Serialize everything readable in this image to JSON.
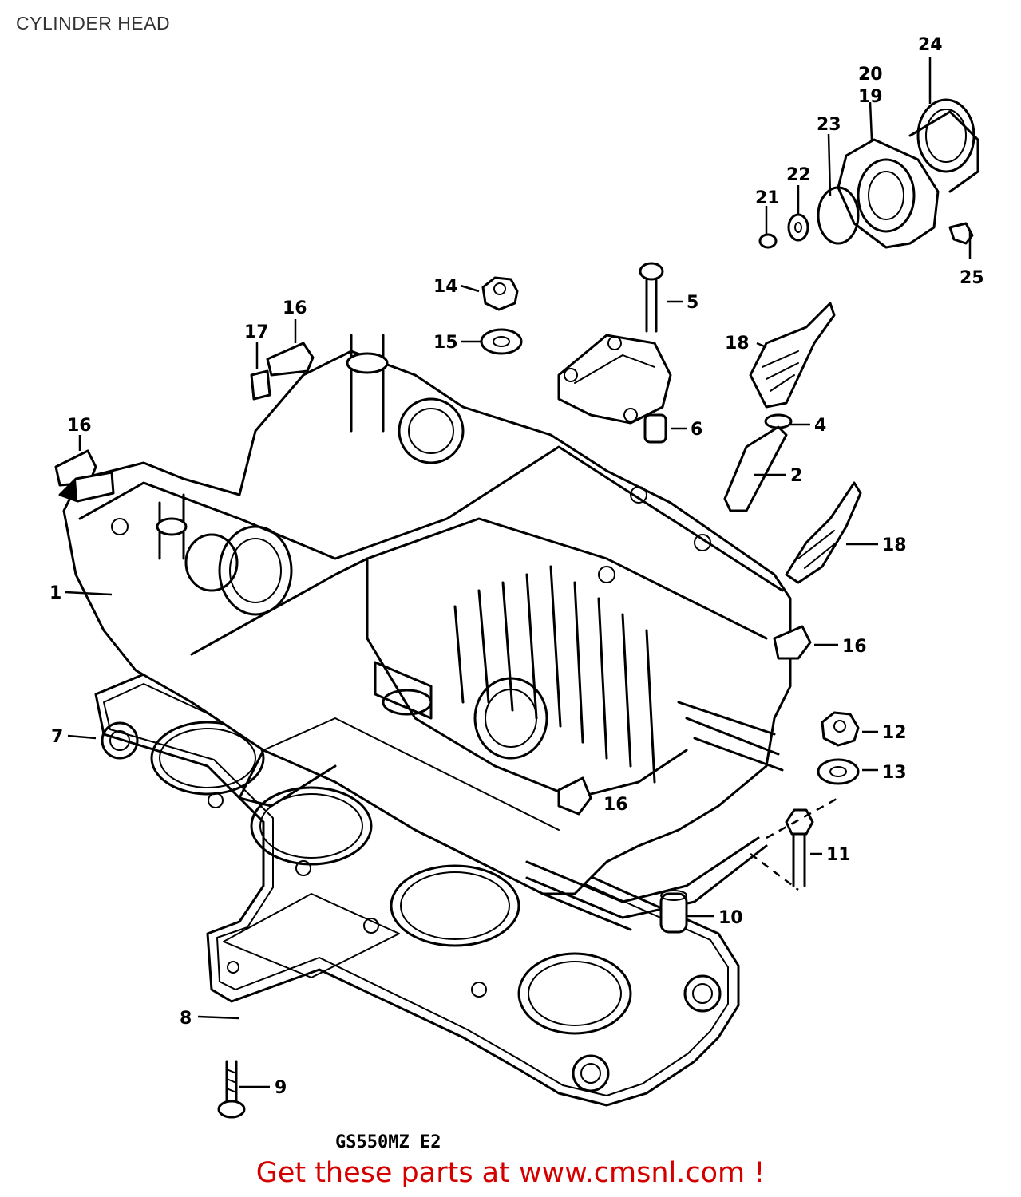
{
  "page": {
    "title": "CYLINDER HEAD",
    "cta": "Get these parts at www.cmsnl.com !"
  },
  "diagram": {
    "model": "GS550MZ E2",
    "icons": [
      "front-direction-arrow-icon",
      "watermark-logo"
    ],
    "colors": {
      "line": "#000000",
      "background": "#ffffff",
      "cta": "#d40000",
      "title": "#333333"
    },
    "callouts": [
      {
        "id": "c24",
        "label": "24"
      },
      {
        "id": "c20",
        "label": "20"
      },
      {
        "id": "c19",
        "label": "19"
      },
      {
        "id": "c23",
        "label": "23"
      },
      {
        "id": "c22",
        "label": "22"
      },
      {
        "id": "c21",
        "label": "21"
      },
      {
        "id": "c25",
        "label": "25"
      },
      {
        "id": "c14",
        "label": "14"
      },
      {
        "id": "c15",
        "label": "15"
      },
      {
        "id": "c5",
        "label": "5"
      },
      {
        "id": "c16a",
        "label": "16"
      },
      {
        "id": "c17",
        "label": "17"
      },
      {
        "id": "c18a",
        "label": "18"
      },
      {
        "id": "c6",
        "label": "6"
      },
      {
        "id": "c4",
        "label": "4"
      },
      {
        "id": "c16b",
        "label": "16"
      },
      {
        "id": "c2",
        "label": "2"
      },
      {
        "id": "c18b",
        "label": "18"
      },
      {
        "id": "c1",
        "label": "1"
      },
      {
        "id": "c16c",
        "label": "16"
      },
      {
        "id": "c7",
        "label": "7"
      },
      {
        "id": "c12",
        "label": "12"
      },
      {
        "id": "c13",
        "label": "13"
      },
      {
        "id": "c16d",
        "label": "16"
      },
      {
        "id": "c11",
        "label": "11"
      },
      {
        "id": "c10",
        "label": "10"
      },
      {
        "id": "c8",
        "label": "8"
      },
      {
        "id": "c9",
        "label": "9"
      }
    ]
  }
}
